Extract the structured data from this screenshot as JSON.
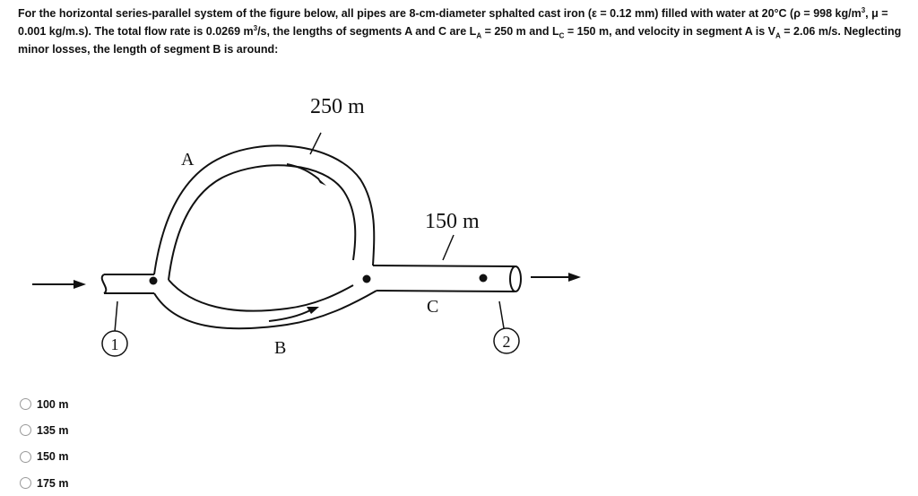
{
  "question": {
    "p1": "For the horizontal series-parallel system of the figure below, all pipes are 8-cm-diameter sphalted cast iron (ε = 0.12 mm) filled with water at 20°C (ρ = 998 kg/m",
    "sup1": "3",
    "p2": ", μ = 0.001 kg/m.s). The total flow rate is 0.0269 m",
    "sup2": "3",
    "p3": "/s, the lengths of segments A and C are L",
    "subA1": "A",
    "p4": " = 250 m and L",
    "subC": "C",
    "p5": " = 150 m, and velocity in segment A is V",
    "subA2": "A",
    "p6": " = 2.06 m/s. Neglecting minor losses, the length of segment B is around:"
  },
  "figure": {
    "label_A_length": "250 m",
    "label_C_length": "150 m",
    "label_A": "A",
    "label_B": "B",
    "label_C": "C",
    "node_1": "1",
    "node_2": "2"
  },
  "options": [
    {
      "label": "100 m"
    },
    {
      "label": "135 m"
    },
    {
      "label": "150 m"
    },
    {
      "label": "175 m"
    }
  ]
}
